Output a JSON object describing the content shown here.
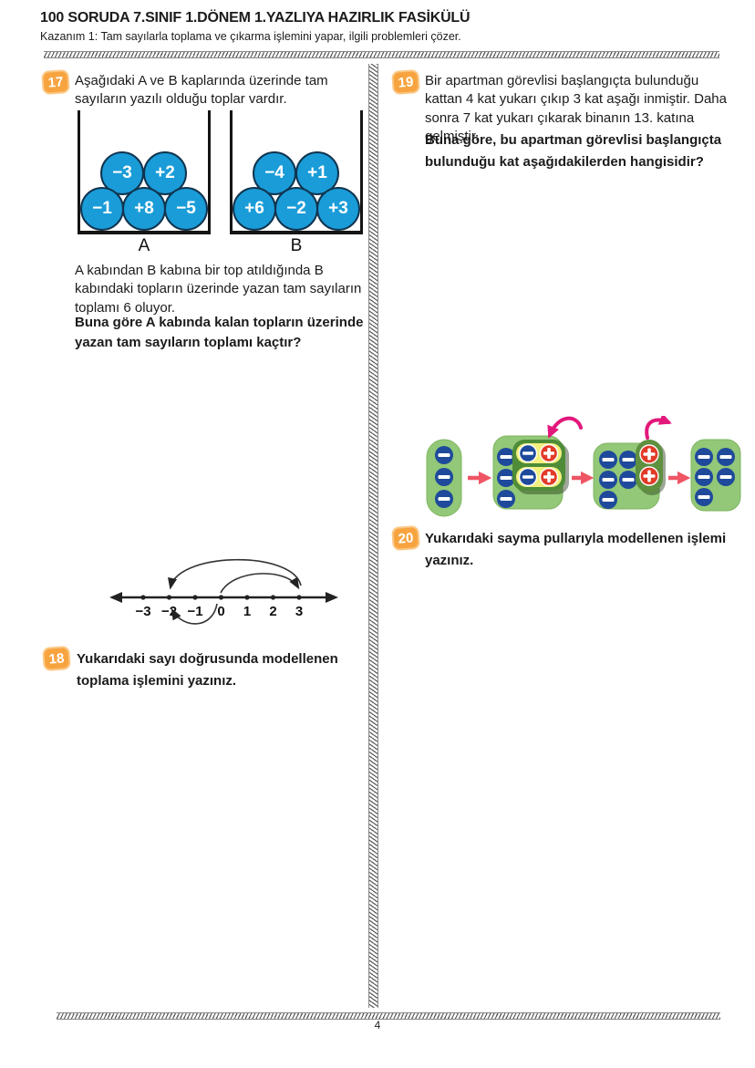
{
  "header": {
    "title": "100 SORUDA 7.SINIF 1.DÖNEM 1.YAZLIYA HAZIRLIK FASİKÜLÜ",
    "objective": "Kazanım 1: Tam sayılarla toplama ve çıkarma işlemini yapar, ilgili problemleri çözer."
  },
  "q17": {
    "number": "17",
    "prompt": "Aşağıdaki A ve B kaplarında üzerinde tam sayıların yazılı olduğu toplar vardır.",
    "container_a": {
      "label": "A",
      "top_balls": [
        "−3",
        "+2"
      ],
      "bottom_balls": [
        "−1",
        "+8",
        "−5"
      ]
    },
    "container_b": {
      "label": "B",
      "top_balls": [
        "−4",
        "+1"
      ],
      "bottom_balls": [
        "+6",
        "−2",
        "+3"
      ]
    },
    "body": "A kabından B kabına bir top atıldığında B kabındaki topların üzerinde yazan tam sayıların toplamı 6 oluyor.",
    "question": "Buna göre A kabında kalan topların üzerinde yazan tam sayıların toplamı kaçtır?"
  },
  "q18": {
    "number": "18",
    "question": "Yukarıdaki sayı doğrusunda modellenen toplama işlemini yazınız.",
    "number_line": {
      "ticks": [
        "−3",
        "−2",
        "−1",
        "0",
        "1",
        "2",
        "3"
      ],
      "jumps": [
        {
          "from": 0,
          "to": 3
        },
        {
          "from": 3,
          "to": -2
        },
        {
          "from": 0,
          "to": -2
        }
      ]
    }
  },
  "q19": {
    "number": "19",
    "prompt": "Bir apartman görevlisi başlangıçta bulunduğu kattan 4 kat yukarı çıkıp 3 kat aşağı inmiştir. Daha sonra 7 kat yukarı çıkarak binanın 13. katına gelmiştir.",
    "question": "Buna göre, bu apartman görevlisi başlangıçta bulunduğu kat aşağıdakilerden hangisidir?"
  },
  "q20": {
    "number": "20",
    "question": "Yukarıdaki sayma pullarıyla modellenen işlemi yazınız.",
    "counters_model": {
      "steps": [
        {
          "minus": 3,
          "plus": 0
        },
        {
          "minus": 5,
          "plus": 2
        },
        {
          "minus": 5,
          "plus": 2
        },
        {
          "minus": 5,
          "plus": 0
        }
      ]
    }
  },
  "icons": {
    "minus_counter": "−",
    "plus_counter": "+"
  },
  "footer": {
    "page": "4"
  },
  "colors": {
    "badge_orange": "#F7A440",
    "ball_blue": "#1A9CD8",
    "box_green": "#92C877",
    "subbox_green": "#4E8C37",
    "highlight_yellow": "#F3EF80",
    "counter_navy": "#1F4A9B",
    "counter_red": "#E13B28",
    "arrow_pink": "#EF5565",
    "arrow_magenta": "#E2187B"
  }
}
